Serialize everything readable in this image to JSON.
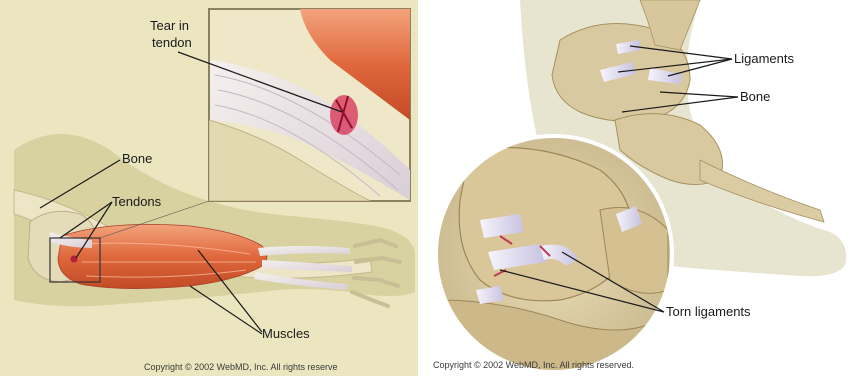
{
  "left_panel": {
    "labels": {
      "tear": [
        "Tear in",
        "tendon"
      ],
      "bone": "Bone",
      "tendons": "Tendons",
      "muscles": "Muscles"
    },
    "copyright": "Copyright © 2002 WebMD, Inc. All rights reserve"
  },
  "right_panel": {
    "labels": {
      "ligaments": "Ligaments",
      "bone": "Bone",
      "torn": "Torn ligaments"
    },
    "copyright": "Copyright © 2002 WebMD, Inc. All rights reserved."
  }
}
